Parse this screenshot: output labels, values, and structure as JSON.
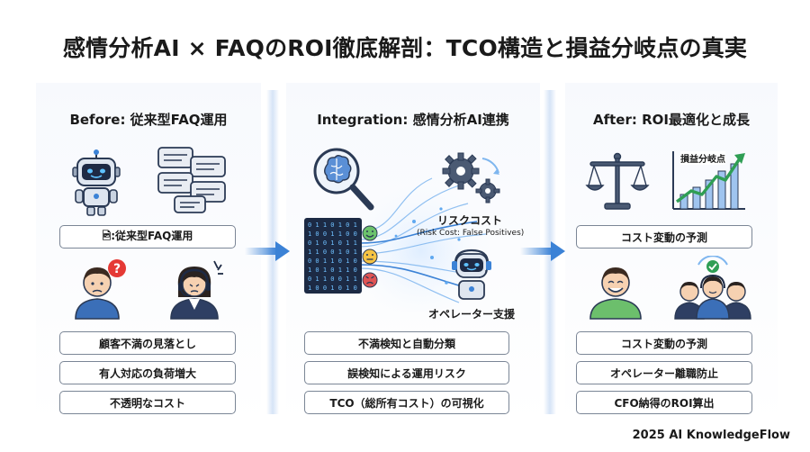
{
  "title": "感情分析AI × FAQのROI徹底解剖：TCO構造と損益分岐点の真実",
  "columns": {
    "before": {
      "title": "Before: 従来型FAQ運用",
      "pill_top": "🖻:従来型FAQ運用",
      "items": [
        "顧客不満の見落とし",
        "有人対応の負荷増大",
        "不透明なコスト"
      ]
    },
    "integration": {
      "title": "Integration: 感情分析AI連携",
      "risk_label": "リスクコスト",
      "risk_sub": "(Risk Cost: False Positives)",
      "operator_label": "オペレーター支援",
      "items": [
        "不満検知と自動分類",
        "誤検知による運用リスク",
        "TCO（総所有コスト）の可視化"
      ]
    },
    "after": {
      "title": "After: ROI最適化と成長",
      "breakeven_label": "損益分岐点",
      "pill_top": "コスト変動の予測",
      "items": [
        "コスト変動の予測",
        "オペレーター離職防止",
        "CFO納得のROI算出"
      ]
    }
  },
  "footer": "2025 AI KnowledgeFlow",
  "colors": {
    "accent_blue": "#3b82d6",
    "border_gray": "#7b8696",
    "green_arrow": "#2f9e54",
    "red_badge": "#e53935"
  }
}
